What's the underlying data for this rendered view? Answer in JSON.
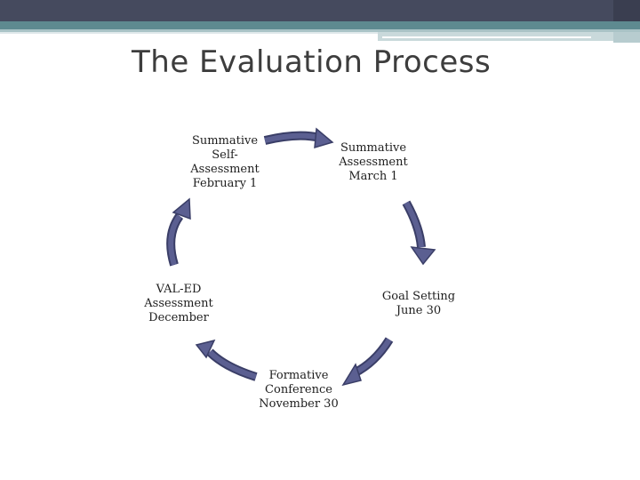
{
  "title": "The Evaluation Process",
  "steps": [
    {
      "line1": "Summative",
      "line2": "Self-",
      "line3": "Assessment",
      "line4": "February 1"
    },
    {
      "line1": "Summative",
      "line2": "Assessment",
      "line3": "March 1"
    },
    {
      "line1": "Goal Setting",
      "line2": "June 30"
    },
    {
      "line1": "Formative",
      "line2": "Conference",
      "line3": "November 30"
    },
    {
      "line1": "VAL-ED",
      "line2": "Assessment",
      "line3": "December"
    }
  ],
  "colors": {
    "arrow_fill": "#5b5f91",
    "arrow_stroke": "#3a3e67",
    "header_bar": "#454a5e",
    "accent_teal": "#5e8a90"
  }
}
